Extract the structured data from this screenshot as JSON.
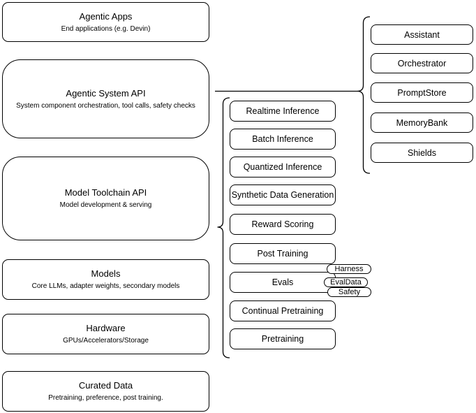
{
  "left_stack": [
    {
      "title": "Agentic Apps",
      "subtitle": "End applications (e.g. Devin)"
    },
    {
      "title": "Agentic System API",
      "subtitle": "System component orchestration, tool calls, safety checks"
    },
    {
      "title": "Model Toolchain API",
      "subtitle": "Model development & serving"
    },
    {
      "title": "Models",
      "subtitle": "Core LLMs, adapter weights, secondary models"
    },
    {
      "title": "Hardware",
      "subtitle": "GPUs/Accelerators/Storage"
    },
    {
      "title": "Curated Data",
      "subtitle": "Pretraining, preference, post training."
    }
  ],
  "toolchain_services": [
    "Realtime Inference",
    "Batch Inference",
    "Quantized Inference",
    "Synthetic Data Generation",
    "Reward Scoring",
    "Post Training",
    "Evals",
    "Continual Pretraining",
    "Pretraining"
  ],
  "eval_tags": [
    "Harness",
    "EvalData",
    "Safety"
  ],
  "system_components": [
    "Assistant",
    "Orchestrator",
    "PromptStore",
    "MemoryBank",
    "Shields"
  ],
  "colors": {
    "stroke": "#000000",
    "fill": "#ffffff"
  }
}
